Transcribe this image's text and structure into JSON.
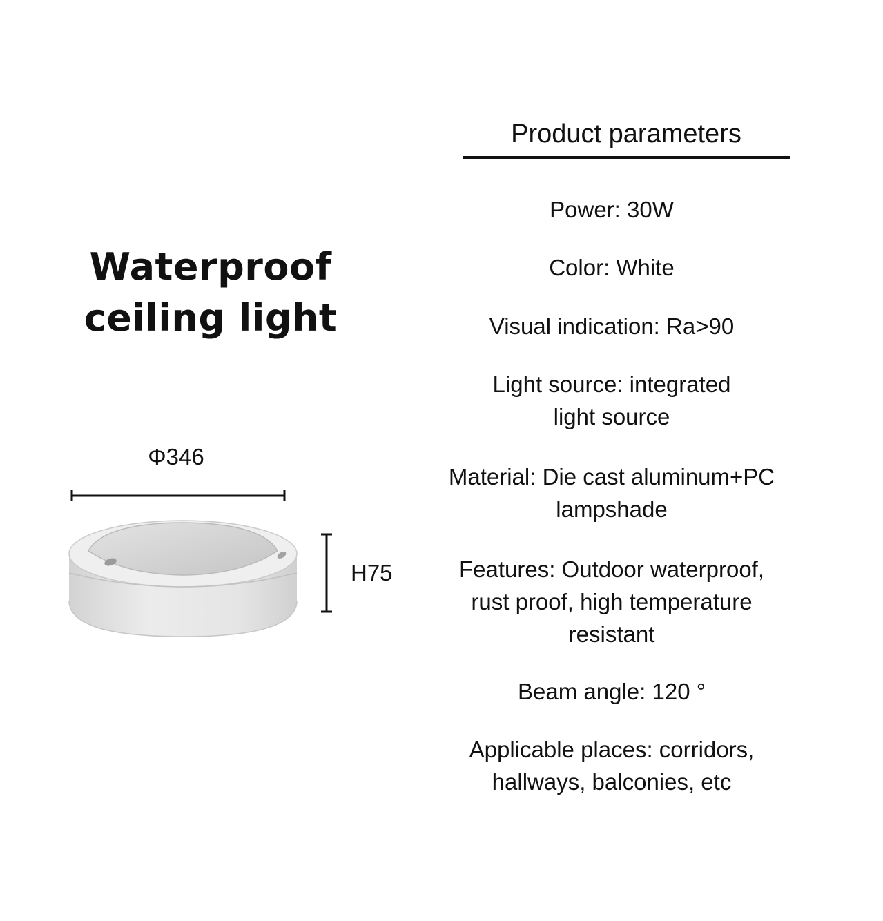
{
  "product": {
    "title_line1": "Waterproof",
    "title_line2": "ceiling light"
  },
  "parameters": {
    "heading": "Product parameters",
    "items": [
      {
        "line1": "Power: 30W"
      },
      {
        "line1": "Color: White"
      },
      {
        "line1": "Visual indication: Ra>90"
      },
      {
        "line1": "Light source: integrated",
        "line2": "light source"
      },
      {
        "line1": "Material: Die cast aluminum+PC",
        "line2": "lampshade"
      },
      {
        "line1": "Features: Outdoor waterproof,",
        "line2": "rust proof, high temperature",
        "line3": "resistant"
      },
      {
        "line1": "Beam angle: 120 °"
      },
      {
        "line1": "Applicable places: corridors,",
        "line2": "hallways, balconies, etc"
      }
    ]
  },
  "dimensions": {
    "diameter_label": "Φ346",
    "height_label": "H75"
  },
  "colors": {
    "text": "#111111",
    "background": "#ffffff",
    "lamp_body": "#e6e7e6",
    "lamp_shade": "#d4d5d4"
  },
  "icons": {
    "product_image": "ceiling-light-photo"
  }
}
